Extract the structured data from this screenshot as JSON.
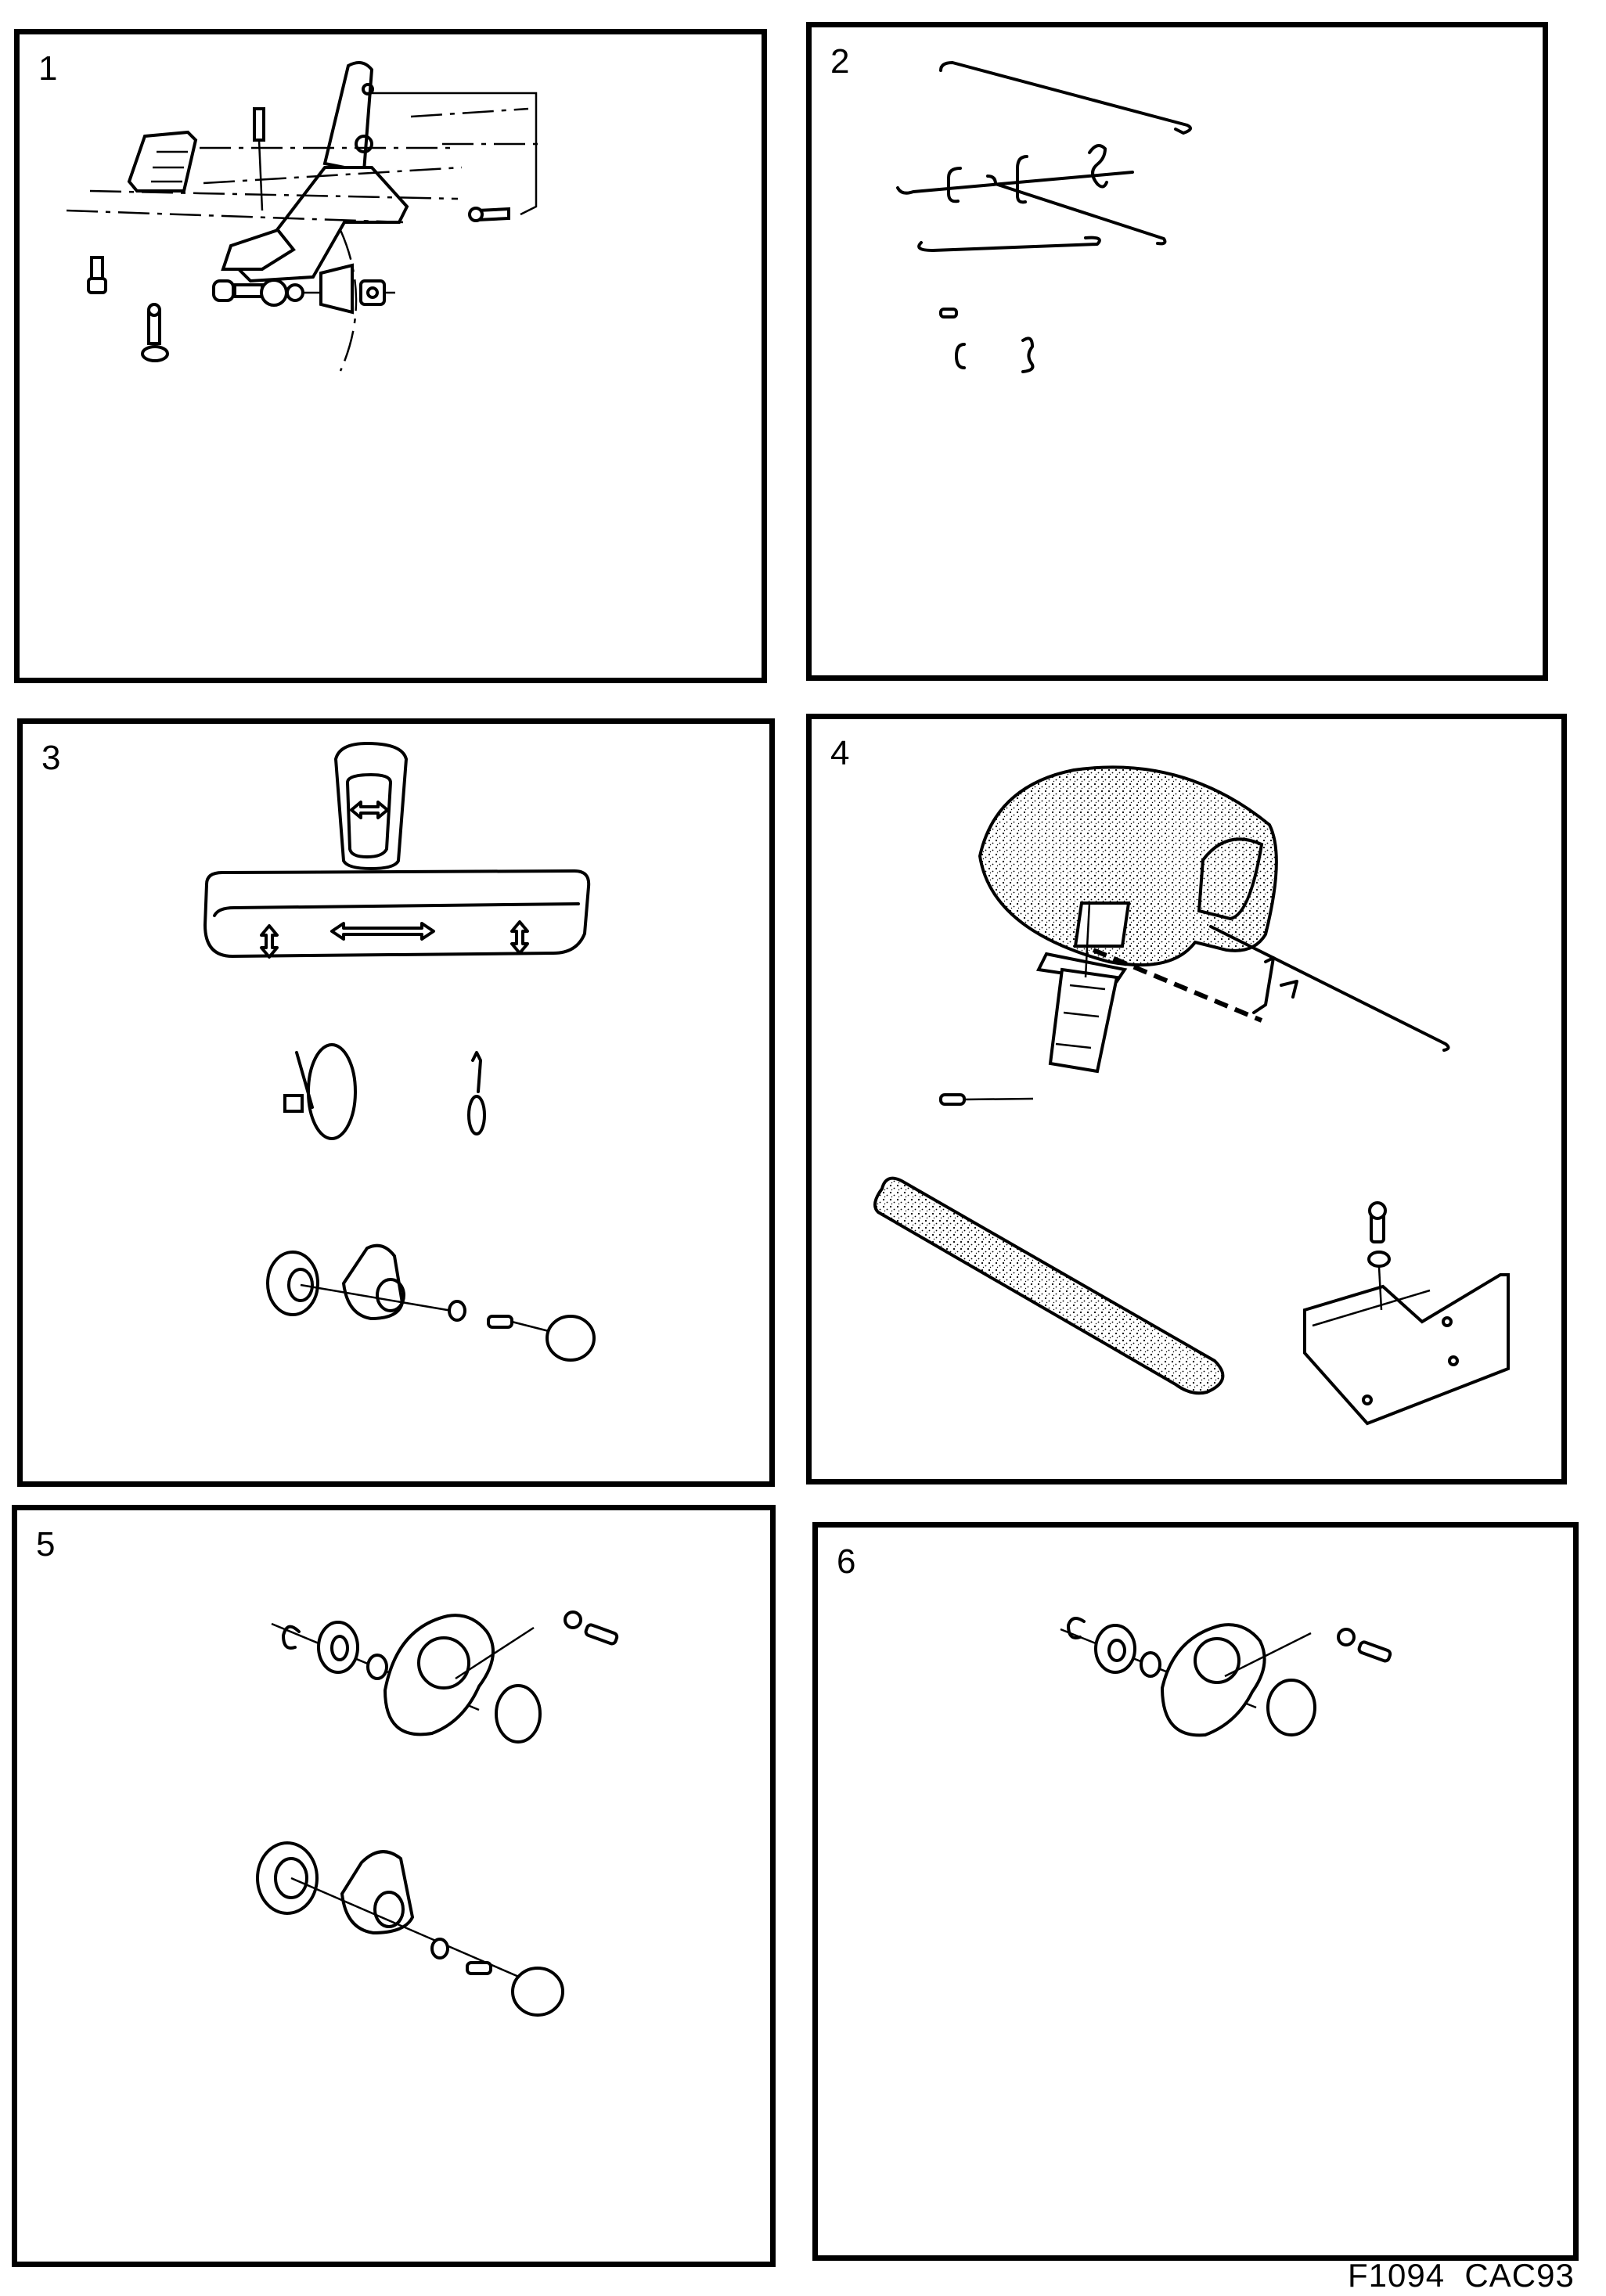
{
  "document": {
    "type": "parts catalog exploded-view illustration sheet",
    "figure_code": "F1094  CAC93"
  },
  "panels": [
    {
      "number": "1",
      "content": "seat frame hinge bracket with bolts, washers, clip and nut plate"
    },
    {
      "number": "2",
      "content": "wire springs, rods, C-clips and S-hooks"
    },
    {
      "number": "3",
      "content": "control switch buttons with arrow symbols, cable ties, knob assembly"
    },
    {
      "number": "4",
      "content": "headrest with guide sleeve, latch, wire, trim strip and bracket"
    },
    {
      "number": "5",
      "content": "adjustment knob assemblies with washers, screws and caps"
    },
    {
      "number": "6",
      "content": "adjustment knob assembly with washers, screw and cap"
    }
  ]
}
